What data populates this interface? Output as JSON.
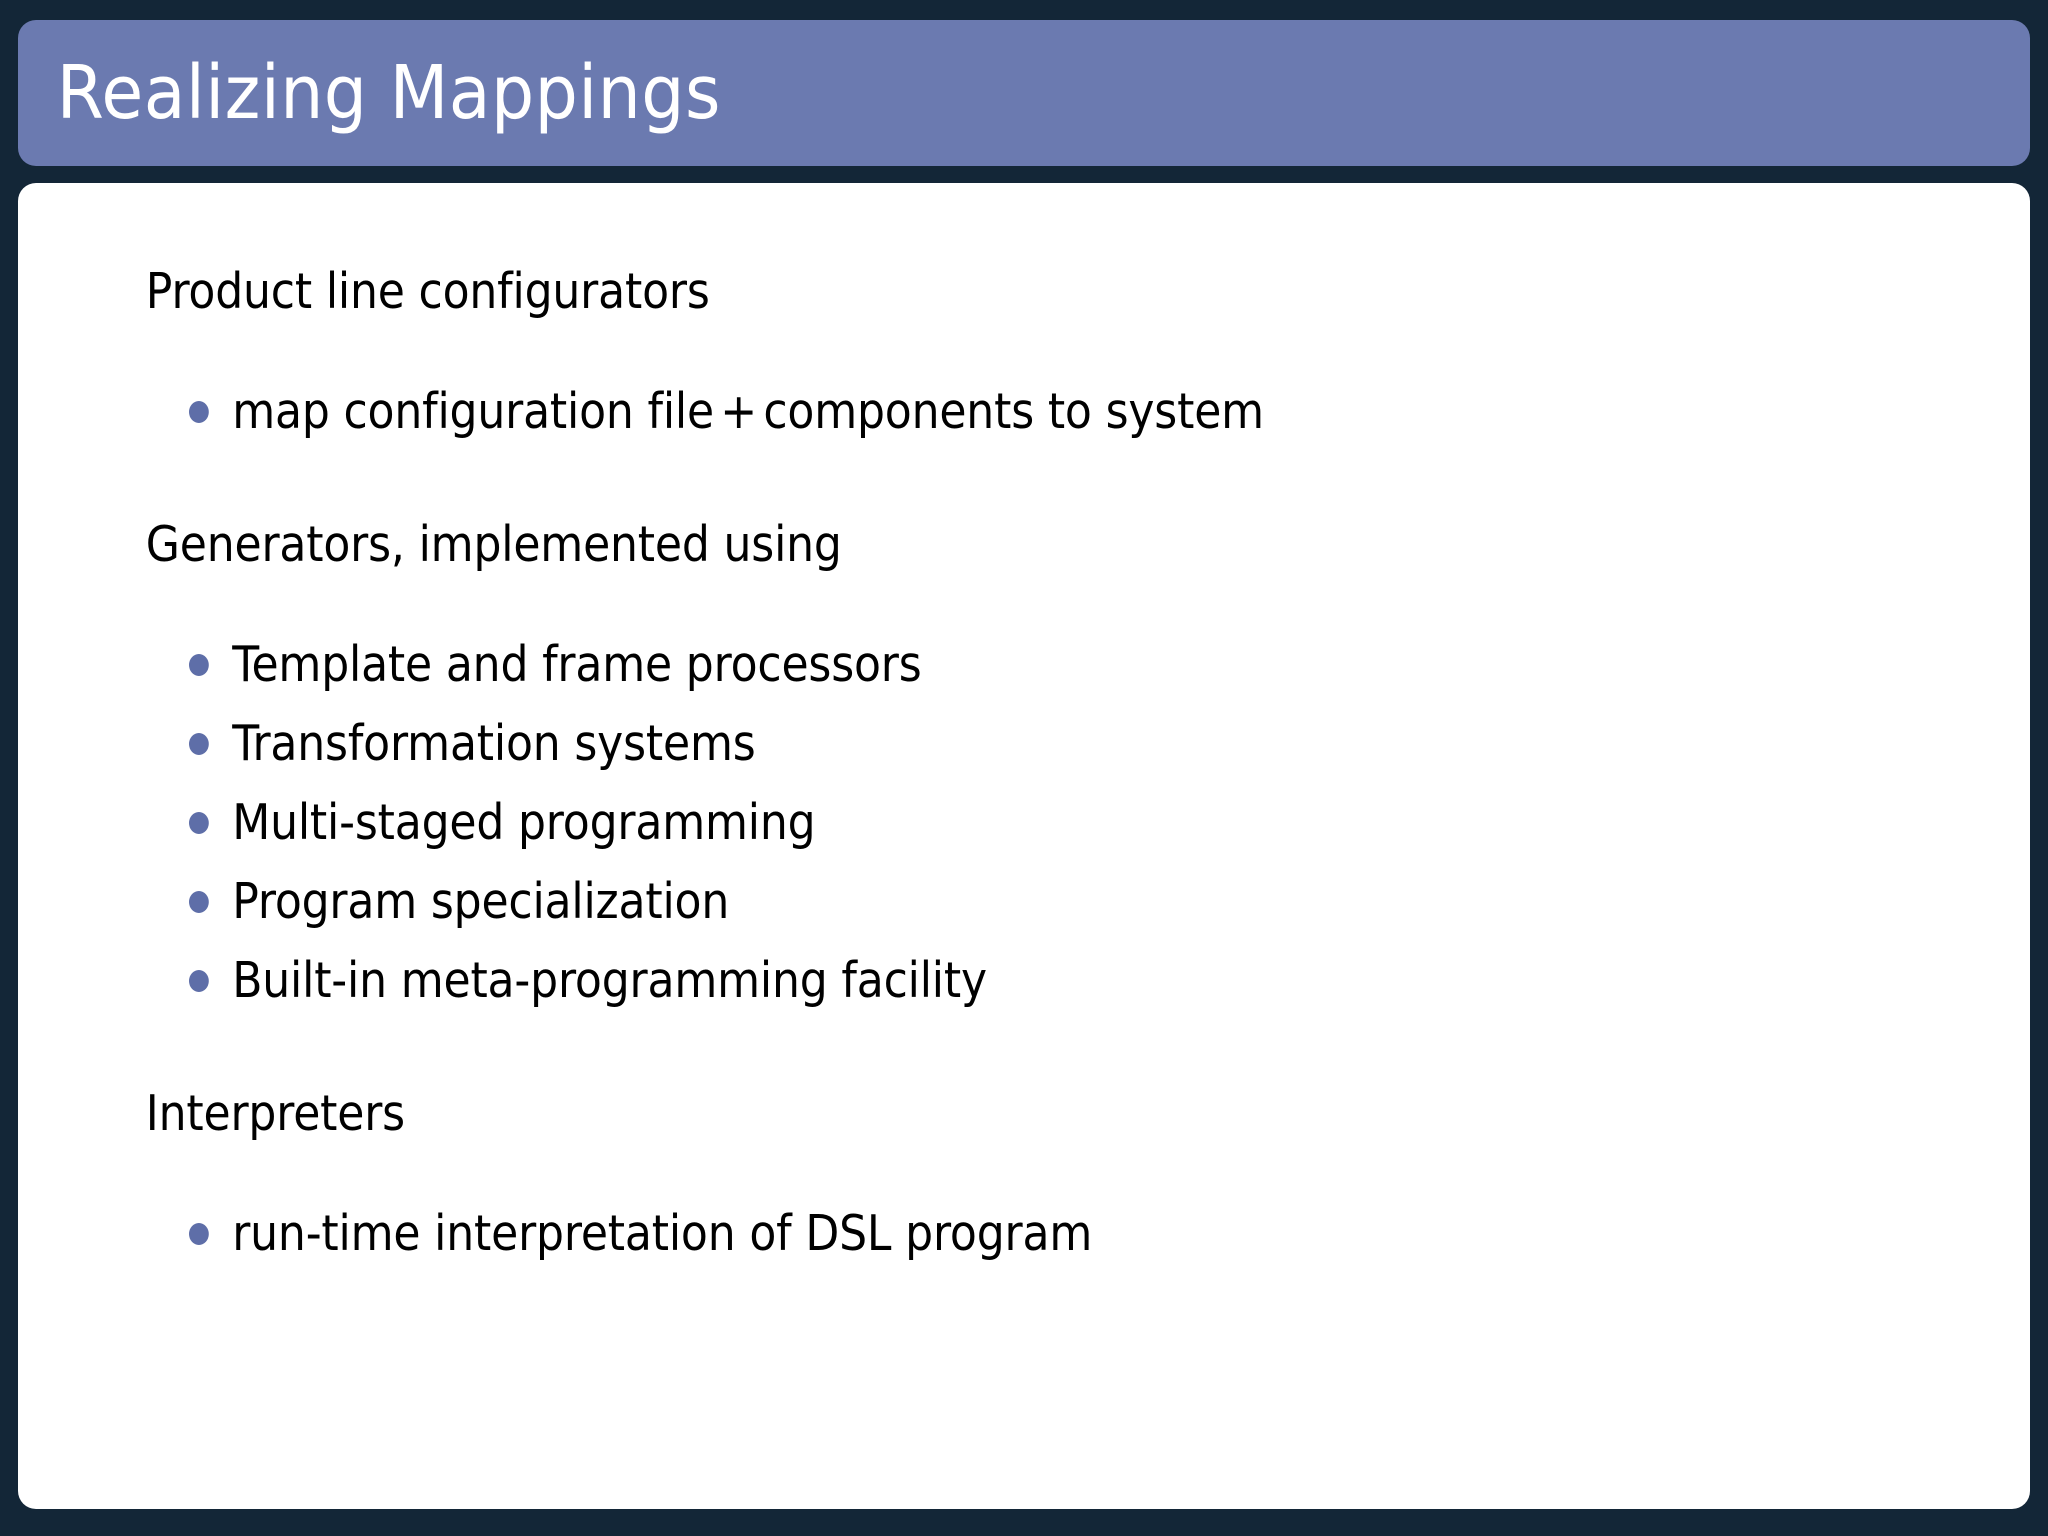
{
  "slide": {
    "title": "Realizing Mappings",
    "background_color": "#132637",
    "title_bar_color": "#6b7ab0",
    "content_background_color": "#ffffff",
    "bullet_color": "#5e6ea8",
    "text_color": "#000000"
  },
  "content": {
    "blocks": [
      {
        "heading": "Product line configurators",
        "bullets": [
          {
            "pre": "map configuration file",
            "symbol": "+",
            "post": "components to system"
          }
        ]
      },
      {
        "heading": "Generators, implemented using",
        "bullets": [
          {
            "text": "Template and frame processors"
          },
          {
            "text": "Transformation systems"
          },
          {
            "text": "Multi-staged programming"
          },
          {
            "text": "Program specialization"
          },
          {
            "text": "Built-in meta-programming facility"
          }
        ]
      },
      {
        "heading": "Interpreters",
        "bullets": [
          {
            "text": "run-time interpretation of DSL program"
          }
        ]
      }
    ]
  }
}
